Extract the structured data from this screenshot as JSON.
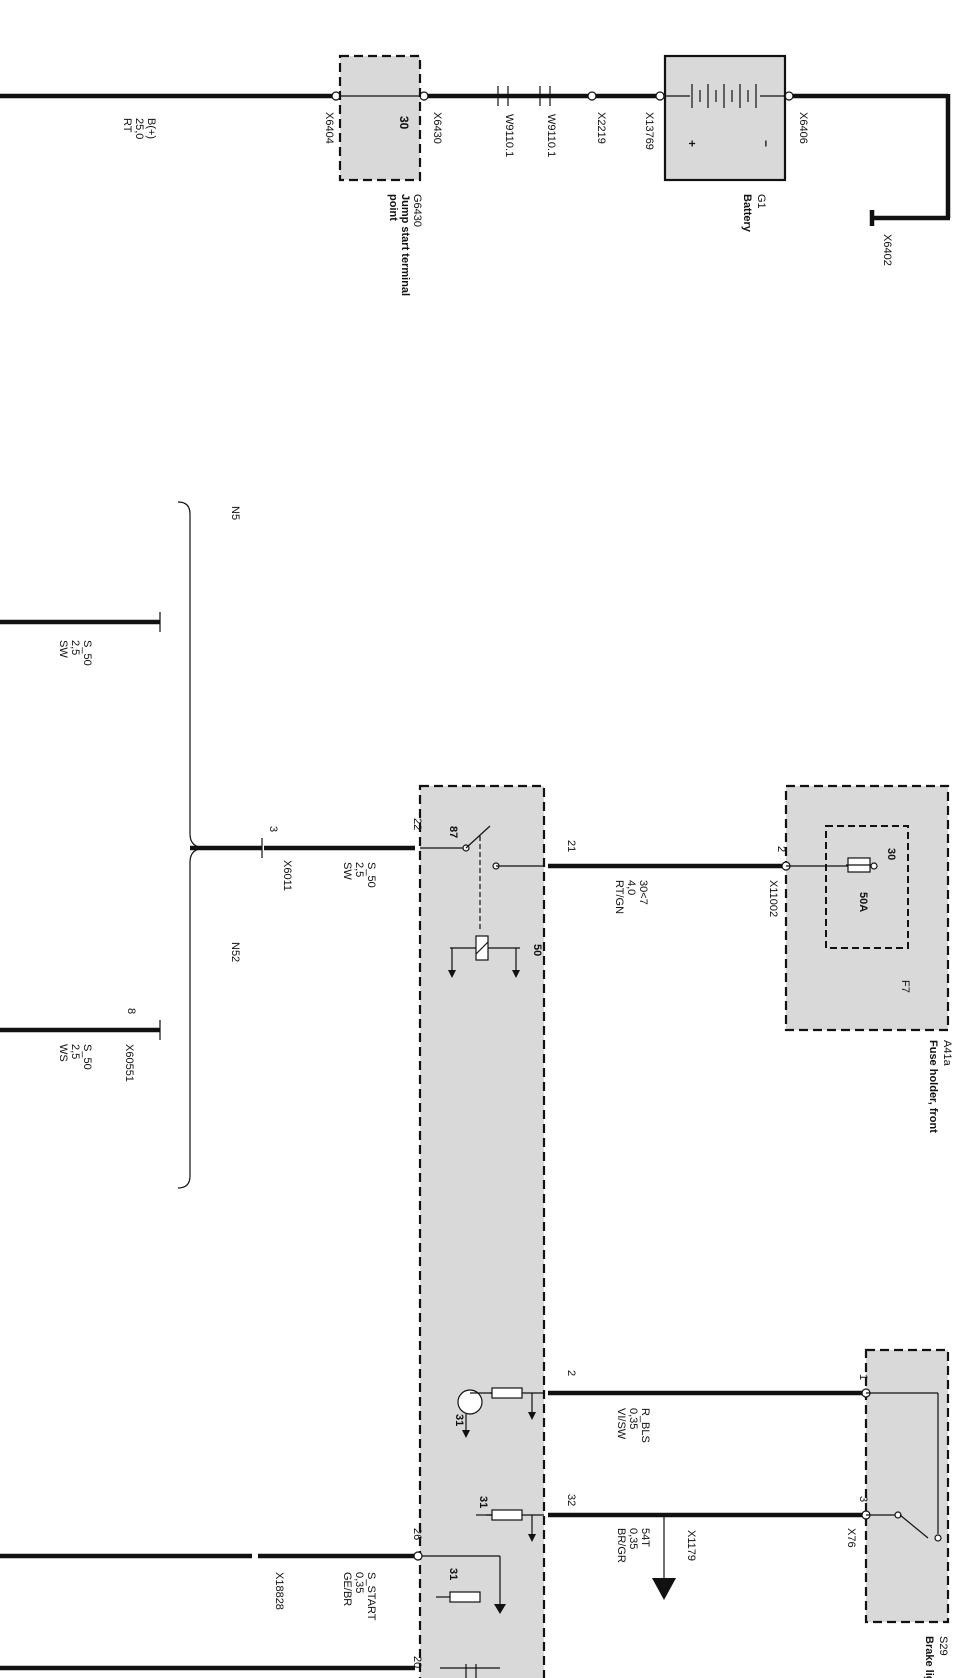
{
  "battery_circuit": {
    "wire_b": {
      "name": "B(+)",
      "size": "25,0",
      "color": "RT"
    },
    "connectors": [
      "X6404",
      "X6430",
      "W9110.1",
      "W9110.1",
      "X2219",
      "X13769",
      "X6406",
      "X6402"
    ],
    "jump_pin": "30",
    "jump_id": "G6430",
    "jump_desc": "Jump start terminal point",
    "battery_id": "G1",
    "battery_desc": "Battery",
    "plus": "+",
    "minus": "−"
  },
  "wires": {
    "s50_top": {
      "name": "S_50",
      "size": "2,5",
      "color": "SW"
    },
    "s50_mid": {
      "name": "S_50",
      "size": "2,5",
      "color": "SW"
    },
    "s50_low": {
      "name": "S_50",
      "size": "2,5",
      "color": "WS"
    },
    "w30": {
      "name": "30<7",
      "size": "4,0",
      "color": "RT/GN"
    },
    "rbls": {
      "name": "R_BLS",
      "size": "0,35",
      "color": "VI/SW"
    },
    "w54t": {
      "name": "54T",
      "size": "0,35",
      "color": "BR/GR"
    },
    "sstart": {
      "name": "S_START",
      "size": "0,35",
      "color": "GE/BR"
    }
  },
  "labels": {
    "n5": "N5",
    "n52": "N52",
    "x6011": "X6011",
    "x60551": "X60551",
    "x11002": "X11002",
    "x1179": "X1179",
    "x76": "X76",
    "x18828": "X18828"
  },
  "pins": {
    "p3": "3",
    "p8": "8",
    "p22": "22",
    "p87": "87",
    "p21": "21",
    "p50": "50",
    "p2": "2",
    "p32": "32",
    "p31a": "31",
    "p31b": "31",
    "p26": "26",
    "p31c": "31",
    "p20": "20",
    "fuse_pin2": "2",
    "fuse_pin30": "30",
    "s29_1": "1",
    "s29_3": "3"
  },
  "fuse": {
    "rating": "50A",
    "id": "F7",
    "holder_id": "A41a",
    "holder_desc": "Fuse holder, front"
  },
  "brake_switch": {
    "id": "S29",
    "desc": "Brake ligh"
  }
}
